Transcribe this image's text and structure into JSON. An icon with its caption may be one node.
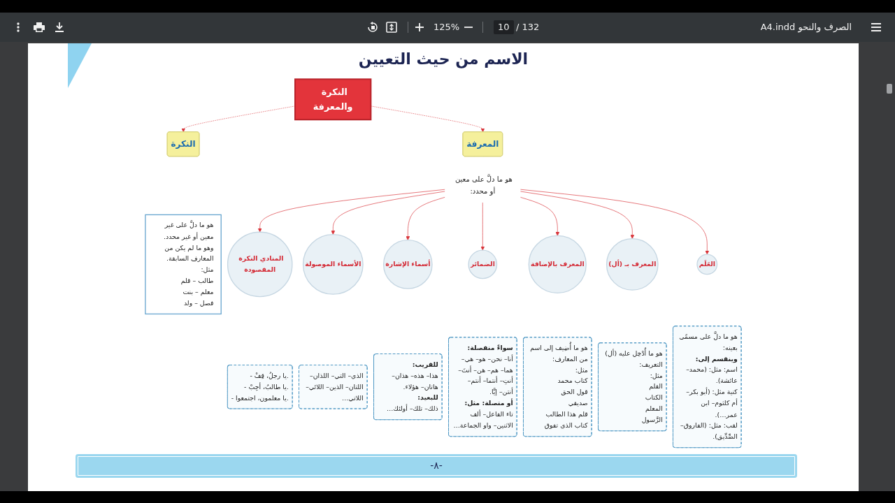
{
  "diagram": {
    "title": "الاسم من حيث التعيين",
    "nodes": [
      {
        "text": [
          "النكرة والمعرفة"
        ]
      },
      {
        "text": [
          "المعرفة"
        ]
      },
      {
        "text": [
          "النكرة"
        ]
      },
      {
        "text": [
          "هو ما دلَّ على معين أو محدد:"
        ]
      },
      {
        "text": [
          "العَلَم"
        ]
      },
      {
        "text": [
          "هو ما دلَّ على مسمًى بعينه:",
          "وينقسم إلى:",
          "اسم: مثل: (محمد– عائشة).",
          "كنية مثل: (أبو بكر– أم كلثوم– ابن عمر…).",
          "لقب: مثل: (الفاروق– الصِّدِّيق)."
        ]
      },
      {
        "text": [
          "المعرف بـ (أل)"
        ]
      },
      {
        "text": [
          "هو ما أُدْخِل عليه (أل) التعريف:",
          "مثل:",
          "القلم",
          "الكتاب",
          "المعلم",
          "الرَّسول"
        ]
      },
      {
        "text": [
          "المعرف بالإضافة"
        ]
      },
      {
        "text": [
          "هو ما أُضِيف إلى اسم من المعارف:",
          "مثل:",
          "كتاب محمد",
          "قول الحق",
          "صديقي",
          "قلم هذا الطالب",
          "كتاب الذي تفوق"
        ]
      },
      {
        "text": [
          "الضمائر"
        ]
      },
      {
        "text": [
          "سواءً منفصلة:",
          "أنا– نحن– هو– هي– هما– هم– هن– أنتَ– أنتِ– أنتما– أنتم– أنتن– إيَّا.",
          "أو متصلة: مثل:",
          "تاء الفاعل– ألف الاثنين– واو الجماعة…"
        ]
      },
      {
        "text": [
          "أسماء الإشارة"
        ]
      },
      {
        "text": [
          "للقريب:",
          "هذا– هذه– هذان– هاتان– هؤلاء.",
          "للبعيد:",
          "ذلك– تلك– أولئك…"
        ]
      },
      {
        "text": [
          "الأسماء الموصولة"
        ]
      },
      {
        "text": [
          "الذي– التي– اللذان– اللتان– الذين– اللائي– اللاتي…"
        ]
      },
      {
        "text": [
          "المنادي النكرة المقصودة"
        ]
      },
      {
        "text": [
          "- يا رجلُ، قِفْ.",
          "- يا طالبُ، أجِبْ.",
          "- يا معلمون، اجتمعوا."
        ]
      },
      {
        "text": [
          "هو ما دلَّ على غير معين أو غير محدد.",
          "وهو ما لم يكن من المعارف السابقة.",
          "مثل:",
          "طالب – قلم",
          "معلم – بنت",
          "فصل – ولد"
        ]
      }
    ],
    "edges": [
      {
        "from": 0,
        "to": 2,
        "arrow": "to",
        "style": "dashed"
      },
      {
        "from": 0,
        "to": 1,
        "arrow": "to",
        "style": "dashed"
      },
      {
        "from": 3,
        "to": 16,
        "arrow": "to"
      },
      {
        "from": 3,
        "to": 14,
        "arrow": "to"
      },
      {
        "from": 3,
        "to": 12,
        "arrow": "to"
      },
      {
        "from": 3,
        "to": 10,
        "arrow": "to"
      },
      {
        "from": 3,
        "to": 8,
        "arrow": "to"
      },
      {
        "from": 3,
        "to": 6,
        "arrow": "to"
      },
      {
        "from": 3,
        "to": 4,
        "arrow": "to"
      }
    ],
    "labels": [
      "الصرف والنحو A4.indd",
      "10",
      "/ 132",
      "125%",
      "-٨-"
    ]
  }
}
